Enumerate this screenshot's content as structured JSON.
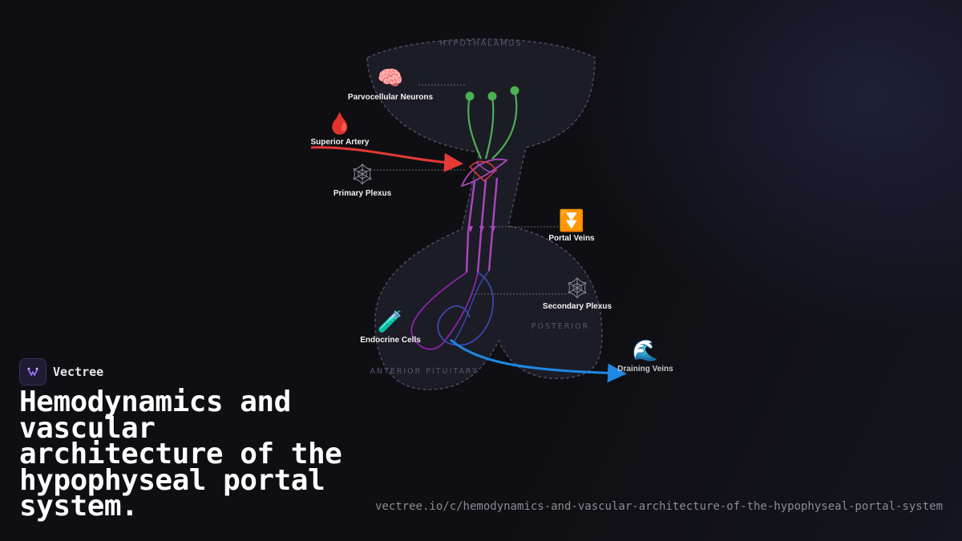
{
  "brand": {
    "name": "Vectree",
    "logo_icon": "vectree-logo-icon"
  },
  "title": "Hemodynamics and vascular architecture of the hypophyseal portal system.",
  "url": "vectree.io/c/hemodynamics-and-vascular-architecture-of-the-hypophyseal-portal-system",
  "regions": {
    "hypothalamus": "HYPOTHALAMUS",
    "anterior": "ANTERIOR PITUITARY",
    "posterior": "POSTERIOR"
  },
  "nodes": {
    "parvocellular": {
      "label": "Parvocellular Neurons",
      "icon": "🧠",
      "icon_name": "brain-icon"
    },
    "artery": {
      "label": "Superior Artery",
      "icon": "🩸",
      "icon_name": "blood-drop-icon"
    },
    "primary_plexus": {
      "label": "Primary Plexus",
      "icon": "🕸",
      "icon_name": "web-icon"
    },
    "portal_veins": {
      "label": "Portal Veins",
      "icon": "⏬",
      "icon_name": "double-down-arrow-icon"
    },
    "secondary_plexus": {
      "label": "Secondary Plexus",
      "icon": "🕸",
      "icon_name": "web-icon"
    },
    "endocrine": {
      "label": "Endocrine Cells",
      "icon": "🧪",
      "icon_name": "test-tube-icon"
    },
    "draining_veins": {
      "label": "Draining Veins",
      "icon": "🌊",
      "icon_name": "wave-icon"
    }
  },
  "colors": {
    "background": "#0f0f13",
    "gland_fill": "#1c1c26",
    "gland_outline": "#4a4a5c",
    "neurons": "#4caf50",
    "artery": "#e53935",
    "portal": "#ab47bc",
    "draining": "#1e88e5",
    "anterior_vessel": "#8e24aa",
    "posterior_vessel": "#3949ab"
  }
}
